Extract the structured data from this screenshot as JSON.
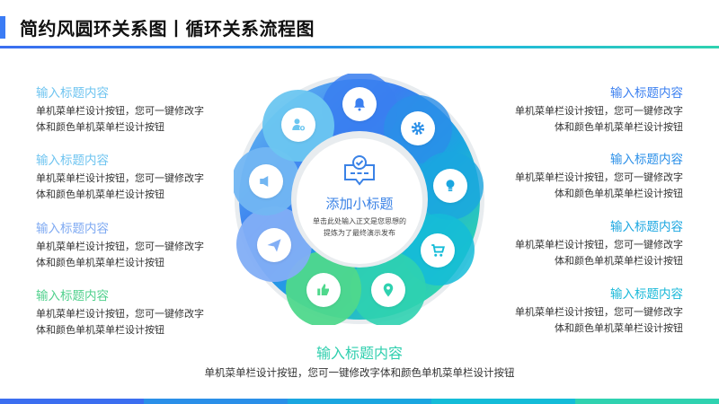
{
  "header": {
    "title": "简约风圆环关系图丨循环关系流程图",
    "accent_color": "#3b7cf5"
  },
  "left_items": [
    {
      "title": "输入标题内容",
      "title_color": "#6ec4f0",
      "desc_line1": "单机菜单栏设计按钮，您可一键修改字",
      "desc_line2": "体和颜色单机菜单栏设计按钮"
    },
    {
      "title": "输入标题内容",
      "title_color": "#6ec4f0",
      "desc_line1": "单机菜单栏设计按钮，您可一键修改字",
      "desc_line2": "体和颜色单机菜单栏设计按钮"
    },
    {
      "title": "输入标题内容",
      "title_color": "#7ea9f2",
      "desc_line1": "单机菜单栏设计按钮，您可一键修改字",
      "desc_line2": "体和颜色单机菜单栏设计按钮"
    },
    {
      "title": "输入标题内容",
      "title_color": "#4fd08c",
      "desc_line1": "单机菜单栏设计按钮，您可一键修改字",
      "desc_line2": "体和颜色单机菜单栏设计按钮"
    }
  ],
  "right_items": [
    {
      "title": "输入标题内容",
      "title_color": "#3a7ff0",
      "desc_line1": "单机菜单栏设计按钮，您可一键修改字",
      "desc_line2": "体和颜色单机菜单栏设计按钮"
    },
    {
      "title": "输入标题内容",
      "title_color": "#2a8fe8",
      "desc_line1": "单机菜单栏设计按钮，您可一键修改字",
      "desc_line2": "体和颜色单机菜单栏设计按钮"
    },
    {
      "title": "输入标题内容",
      "title_color": "#1aa6e0",
      "desc_line1": "单机菜单栏设计按钮，您可一键修改字",
      "desc_line2": "体和颜色单机菜单栏设计按钮"
    },
    {
      "title": "输入标题内容",
      "title_color": "#18b8d8",
      "desc_line1": "单机菜单栏设计按钮，您可一键修改字",
      "desc_line2": "体和颜色单机菜单栏设计按钮"
    }
  ],
  "bottom_item": {
    "title": "输入标题内容",
    "desc": "单机菜单栏设计按钮，您可一键修改字体和颜色单机菜单栏设计按钮"
  },
  "center": {
    "title": "添加小标题",
    "desc_line1": "单击此处输入正文是您思想的",
    "desc_line2": "提炼为了最终演示发布",
    "icon": "chat-check-icon"
  },
  "ring_segments": [
    {
      "icon": "bell-icon",
      "color": "#3a7ff0"
    },
    {
      "icon": "gear-icon",
      "color": "#2a8fe8"
    },
    {
      "icon": "lightbulb-icon",
      "color": "#1aa6e0"
    },
    {
      "icon": "cart-icon",
      "color": "#14bcd8"
    },
    {
      "icon": "location-pin-icon",
      "color": "#2fd2b0"
    },
    {
      "icon": "thumbs-up-icon",
      "color": "#4fd88c"
    },
    {
      "icon": "paper-plane-icon",
      "color": "#82aef5"
    },
    {
      "icon": "speaker-icon",
      "color": "#72b6f2"
    },
    {
      "icon": "add-user-icon",
      "color": "#6cc6f0"
    }
  ],
  "bottom_bar_colors": [
    "#3b6ef0",
    "#2a8fe8",
    "#1aa6e0",
    "#14bcd8",
    "#2fd2b0"
  ]
}
